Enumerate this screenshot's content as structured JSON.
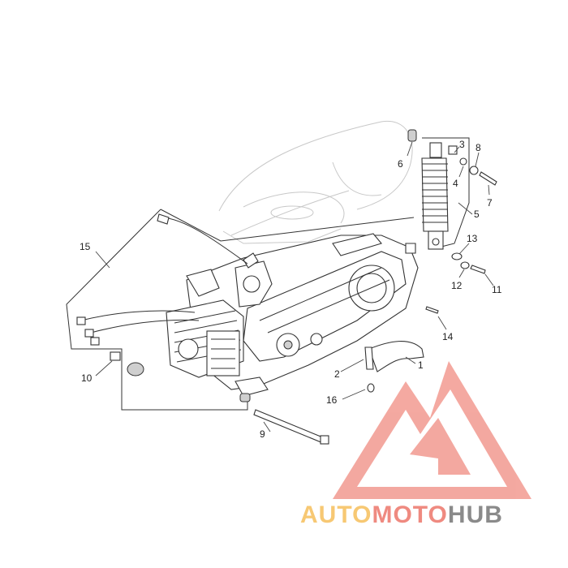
{
  "callouts": {
    "c1": "1",
    "c2": "2",
    "c3": "3",
    "c4": "4",
    "c5": "5",
    "c6": "6",
    "c7": "7",
    "c8": "8",
    "c9": "9",
    "c10": "10",
    "c11": "11",
    "c12": "12",
    "c13": "13",
    "c14": "14",
    "c15": "15",
    "c16": "16"
  },
  "watermark": {
    "part_auto": "AUTO",
    "part_moto": "MOTO",
    "part_hub": "HUB",
    "colors": {
      "auto": "#f7c873",
      "moto": "#ef8a80",
      "hub": "#8a8a8a",
      "logo": "#f29a90"
    }
  }
}
